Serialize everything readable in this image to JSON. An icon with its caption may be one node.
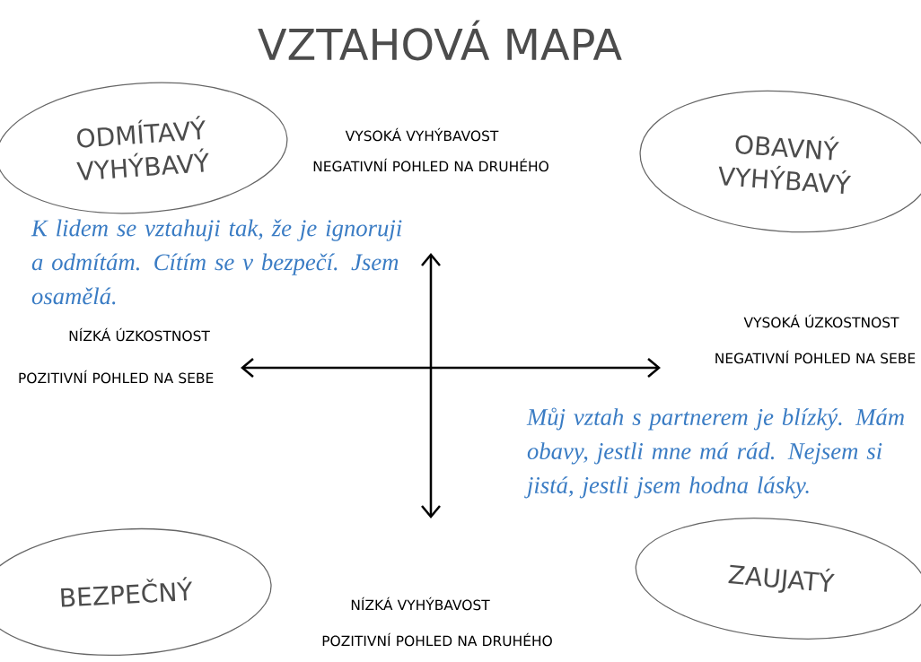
{
  "diagram": {
    "title": "VZTAHOVÁ MAPA",
    "nodes": [
      {
        "text": [
          "ODMÍTAVÝ VYHÝBAVÝ"
        ],
        "beside": [
          "K lidem se vztahuji tak, že je ignoruji a odmítám. Cítím se v bezpečí. Jsem osamělá."
        ]
      },
      {
        "text": [
          "OBAVNÝ VYHÝBAVÝ"
        ]
      },
      {
        "text": [
          "BEZPEČNÝ"
        ]
      },
      {
        "text": [
          "ZAUJATÝ"
        ],
        "beside": [
          "Můj vztah s partnerem je blízký. Mám obavy, jestli mne má rád. Nejsem si jistá, jestli jsem hodna lásky."
        ]
      }
    ],
    "labels": [
      "VYSOKÁ VYHÝBAVOST",
      "NEGATIVNÍ POHLED NA DRUHÉHO",
      "NÍZKÁ ÚZKOSTNOST",
      "POZITIVNÍ POHLED NA SEBE",
      "VYSOKÁ ÚZKOSTNOST",
      "NEGATIVNÍ POHLED NA SEBE",
      "NÍZKÁ VYHÝBAVOST",
      "POZITIVNÍ POHLED NA DRUHÉHO"
    ]
  }
}
